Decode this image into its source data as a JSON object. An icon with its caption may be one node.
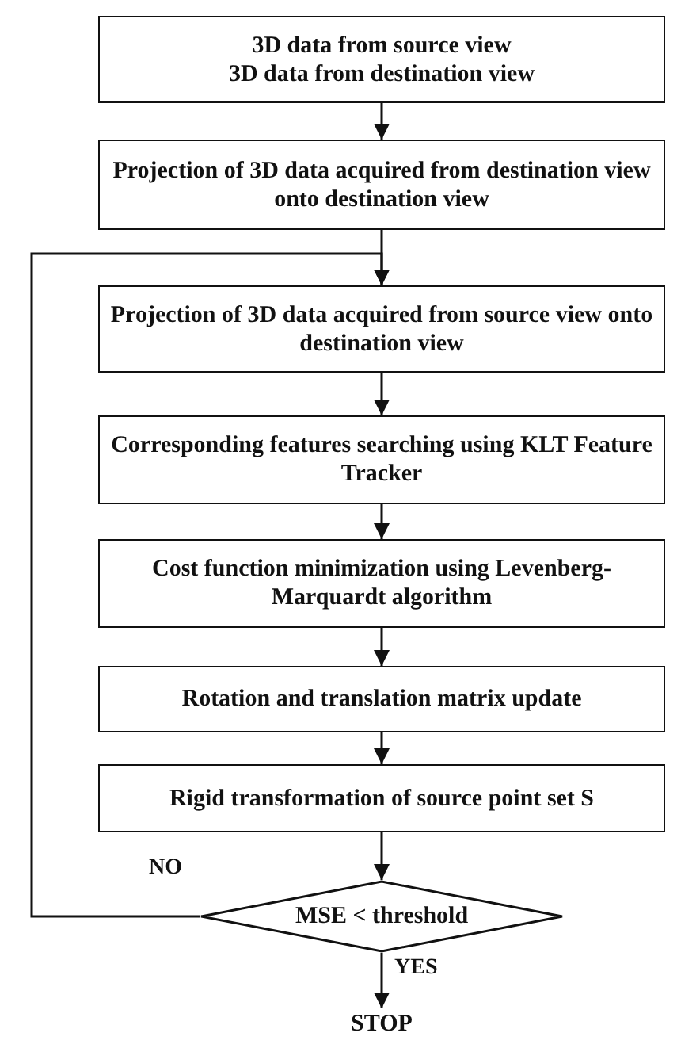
{
  "diagram": {
    "nodes": [
      {
        "text": [
          "3D data from source view",
          "3D data from destination view"
        ]
      },
      {
        "text": [
          "Projection of 3D data acquired from destination view onto destination view"
        ]
      },
      {
        "text": [
          "Projection of 3D data acquired from source view onto destination view"
        ]
      },
      {
        "text": [
          "Corresponding features searching using KLT Feature Tracker"
        ]
      },
      {
        "text": [
          "Cost function minimization using Levenberg-Marquardt algorithm"
        ]
      },
      {
        "text": [
          "Rotation and translation matrix update"
        ]
      },
      {
        "text": [
          "Rigid transformation of source point set S"
        ]
      },
      {
        "text": [
          "MSE < threshold"
        ]
      },
      {
        "text": [
          "STOP"
        ]
      }
    ],
    "edges": [
      {
        "from": 0,
        "to": 1,
        "arrow": "to"
      },
      {
        "from": 1,
        "to": 2,
        "arrow": "to"
      },
      {
        "from": 2,
        "to": 3,
        "arrow": "to"
      },
      {
        "from": 3,
        "to": 4,
        "arrow": "to"
      },
      {
        "from": 4,
        "to": 5,
        "arrow": "to"
      },
      {
        "from": 5,
        "to": 6,
        "arrow": "to"
      },
      {
        "from": 6,
        "to": 7,
        "arrow": "to"
      },
      {
        "from": 7,
        "to": 8,
        "label": "YES",
        "arrow": "to"
      },
      {
        "from": 7,
        "to": 2,
        "label": "NO",
        "arrow": "to"
      }
    ]
  }
}
